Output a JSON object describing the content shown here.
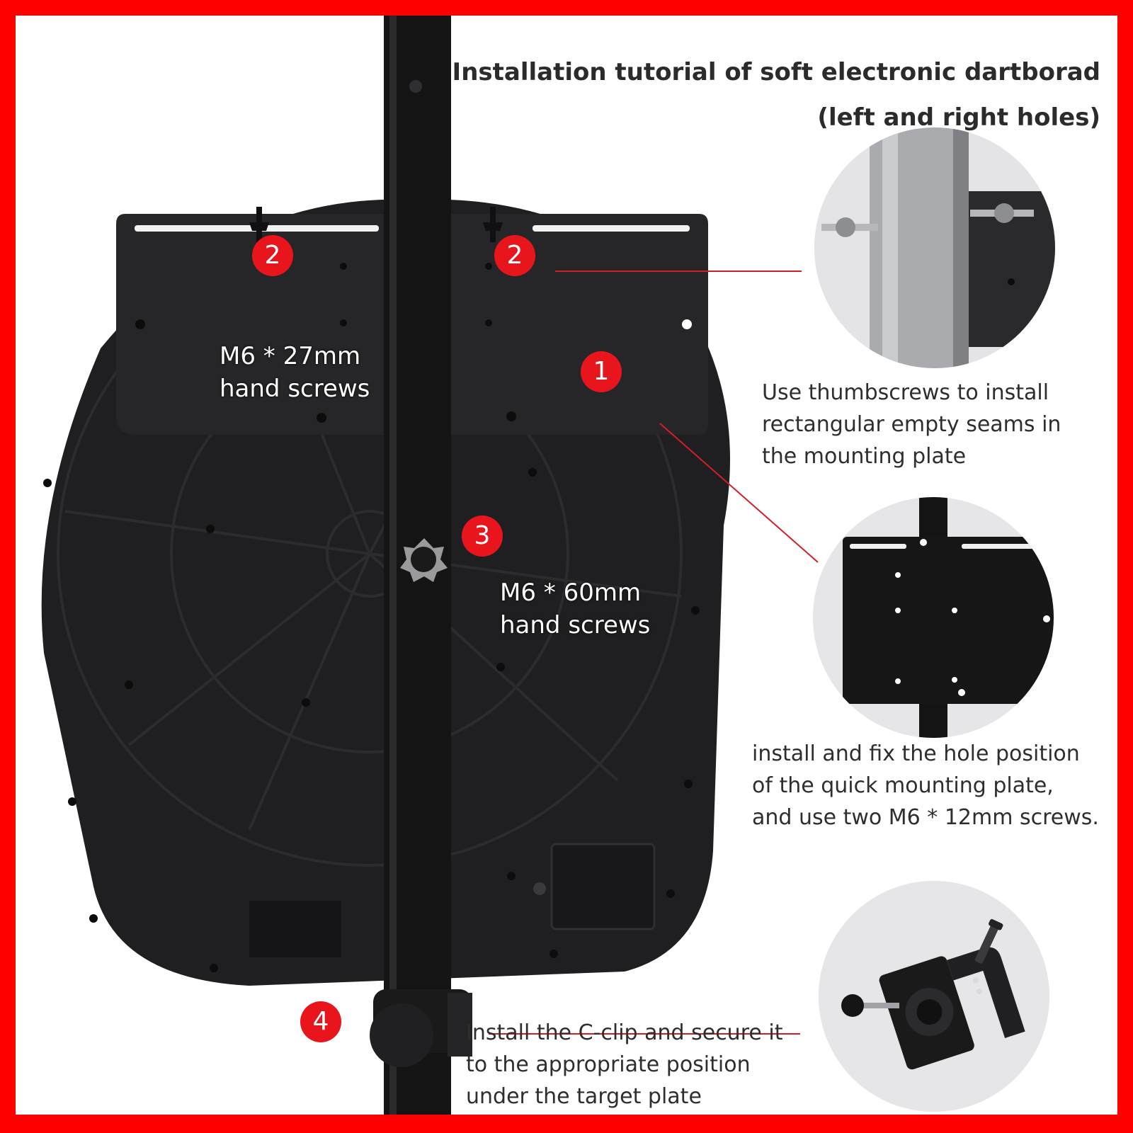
{
  "title": {
    "line1": "Installation tutorial of soft electronic dartborad",
    "line2": "(left and right holes)"
  },
  "labels": {
    "screws_27": {
      "line1": "M6 * 27mm",
      "line2": "hand screws"
    },
    "screws_60": {
      "line1": "M6 * 60mm",
      "line2": "hand screws"
    }
  },
  "badges": {
    "step2_left": "2",
    "step2_right": "2",
    "step1": "1",
    "step3": "3",
    "step4": "4"
  },
  "captions": {
    "thumbscrews": [
      "Use thumbscrews to install",
      "rectangular empty seams in",
      "the mounting plate"
    ],
    "hole_position": [
      "install and fix the hole position",
      "of the quick mounting plate,",
      "and use two M6 * 12mm screws."
    ],
    "c_clip": [
      "Install the C-clip and secure it",
      "to the appropriate position",
      "under the target plate"
    ]
  },
  "colors": {
    "border": "#ff0000",
    "badge": "#e8161c",
    "pointer_line": "#d21f26",
    "product": "#1d1d1f"
  },
  "icons": {
    "main_photo": "dartboard-back-icon",
    "detail_1": "thumbscrew-detail-icon",
    "detail_2": "mounting-plate-detail-icon",
    "detail_3": "c-clip-detail-icon"
  }
}
